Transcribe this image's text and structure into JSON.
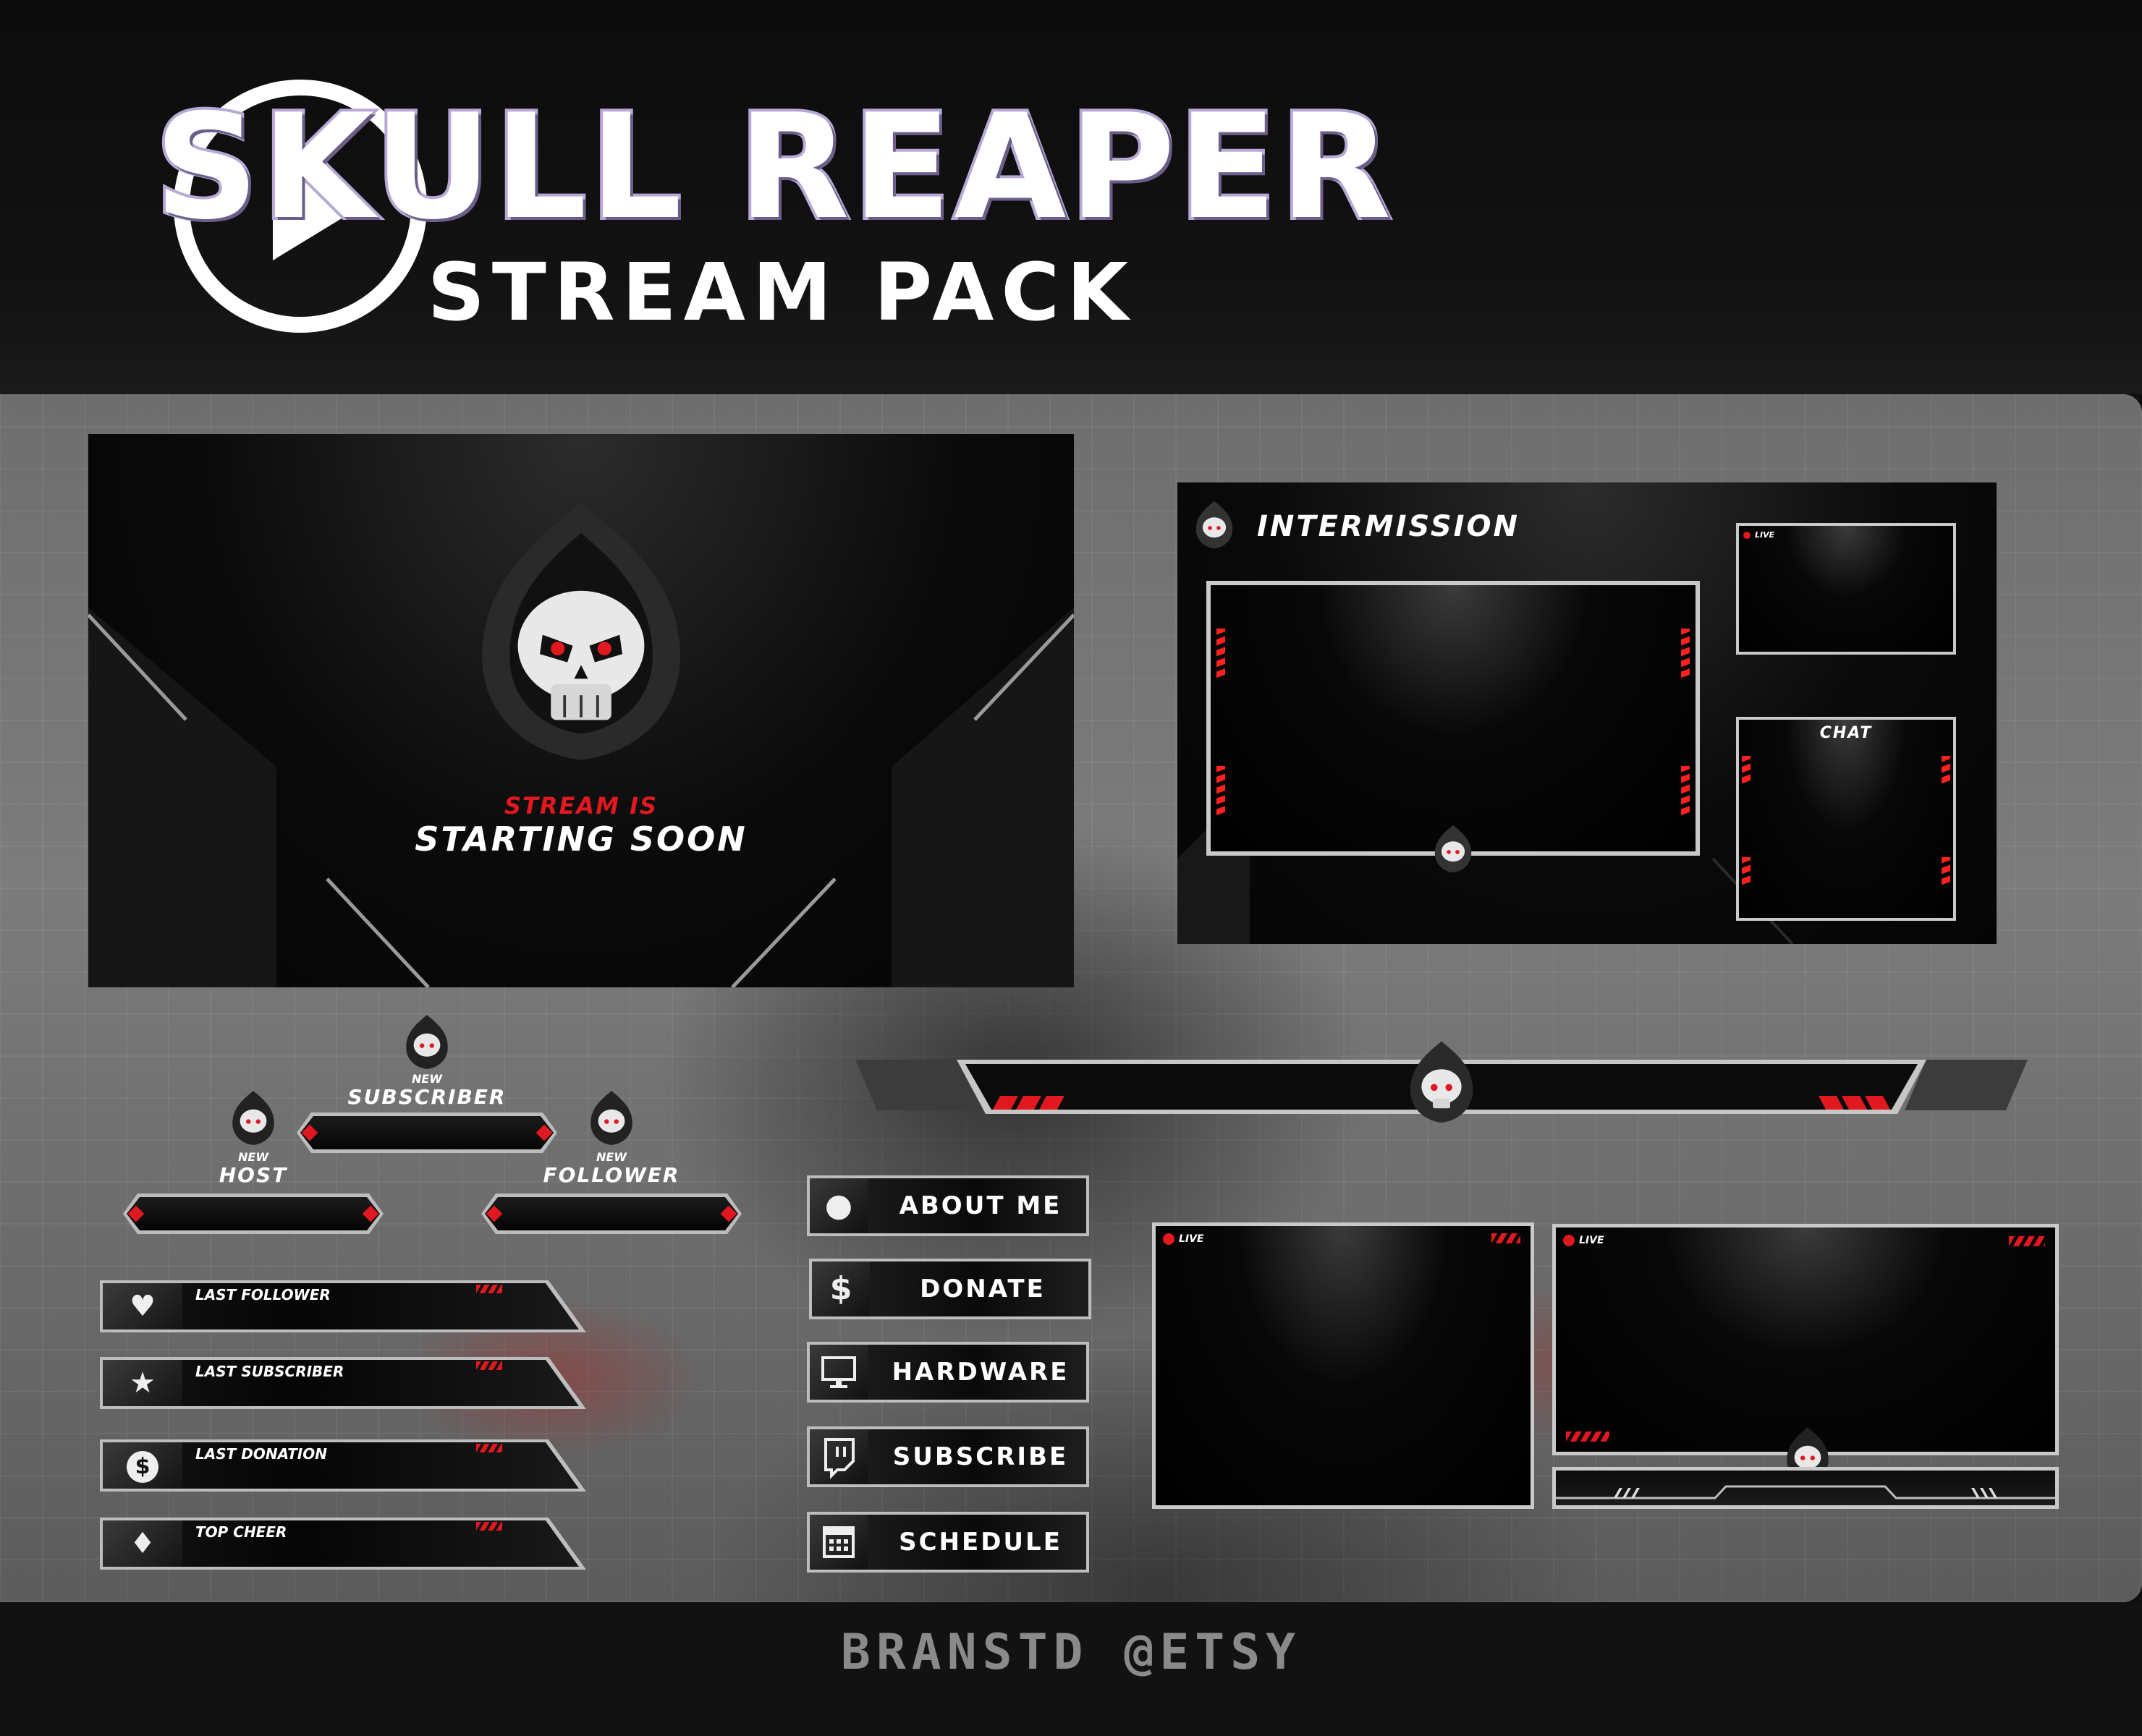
{
  "header": {
    "title": "SKULL REAPER",
    "subtitle": "STREAM PACK"
  },
  "starting_screen": {
    "line1": "STREAM IS",
    "line2": "STARTING SOON"
  },
  "intermission": {
    "title": "INTERMISSION",
    "chat_label": "CHAT",
    "live_label": "LIVE"
  },
  "alerts": {
    "new_label": "NEW",
    "subscriber": "SUBSCRIBER",
    "host": "HOST",
    "follower": "FOLLOWER"
  },
  "labels": [
    {
      "text": "LAST FOLLOWER",
      "icon": "heart-icon"
    },
    {
      "text": "LAST SUBSCRIBER",
      "icon": "star-icon"
    },
    {
      "text": "LAST DONATION",
      "icon": "dollar-coin-icon"
    },
    {
      "text": "TOP CHEER",
      "icon": "diamond-icon"
    }
  ],
  "panels": [
    {
      "text": "ABOUT ME",
      "icon": "user-icon"
    },
    {
      "text": "DONATE",
      "icon": "dollar-icon"
    },
    {
      "text": "HARDWARE",
      "icon": "monitor-icon"
    },
    {
      "text": "SUBSCRIBE",
      "icon": "twitch-icon"
    },
    {
      "text": "SCHEDULE",
      "icon": "calendar-icon"
    }
  ],
  "webcam": {
    "live_label_1": "LIVE",
    "live_label_2": "LIVE"
  },
  "credit": "BRANSTD @ETSY",
  "colors": {
    "accent": "#e0181f",
    "title_outline": "#b6a9d6"
  }
}
